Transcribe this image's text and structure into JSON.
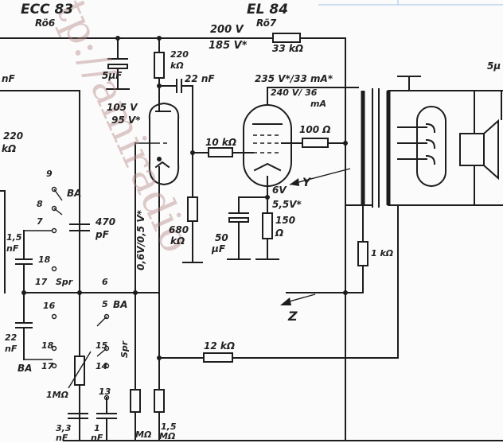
{
  "tubes": {
    "ecc83_type": "ECC 83",
    "ecc83_ref": "Rö6",
    "el84_type": "EL 84",
    "el84_ref": "Rö7"
  },
  "voltages": {
    "v200": "200 V",
    "v185": "185 V*",
    "v235": "235 V*/33 mA*",
    "v240": "240 V/ 36",
    "ma": "mA",
    "v105": "105 V",
    "v95": "95 V*",
    "v6": "6V",
    "v55": "5,5V*",
    "grid_bias": "0,6V/0,5 V*"
  },
  "components": {
    "r33k": "33 kΩ",
    "r220k_a": "220",
    "r220k_b": "kΩ",
    "c22n": "22 nF",
    "r10k": "10 kΩ",
    "r100": "100 Ω",
    "r680_a": "680",
    "r680_b": "kΩ",
    "c50_a": "50",
    "c50_b": "µF",
    "r150_a": "150",
    "r150_b": "Ω",
    "c5u": "5µF",
    "r1k": "1 kΩ",
    "r12k": "12 kΩ",
    "c470_a": "470",
    "c470_b": "pF",
    "left_nf": "nF",
    "left_220": "220",
    "left_kohm": "kΩ",
    "c15n_a": "1,5",
    "c15n_b": "nF",
    "c22n_left_a": "22",
    "c22n_left_b": "nF",
    "pot1m": "1MΩ",
    "c33_a": "3,3",
    "c33_b": "nF",
    "c1_a": "1",
    "c1_b": "nF",
    "bottom_mo": "MΩ",
    "bottom_15_a": "1,5",
    "bottom_15_b": "MΩ",
    "right_5u": "5µ"
  },
  "switch": {
    "p9": "9",
    "ba1": "BA",
    "p8": "8",
    "p7": "7",
    "p18a": "18",
    "p17a": "17",
    "spr1": "Spr",
    "p6": "6",
    "p16": "16",
    "p5": "5",
    "ba2": "BA",
    "p18b": "18",
    "p15": "15",
    "p17b": "17",
    "p14": "14",
    "ba3": "BA",
    "spr2": "Spr",
    "p13": "13"
  },
  "nodes": {
    "y": "Y",
    "z": "Z"
  },
  "watermark": "tp://amiradio"
}
